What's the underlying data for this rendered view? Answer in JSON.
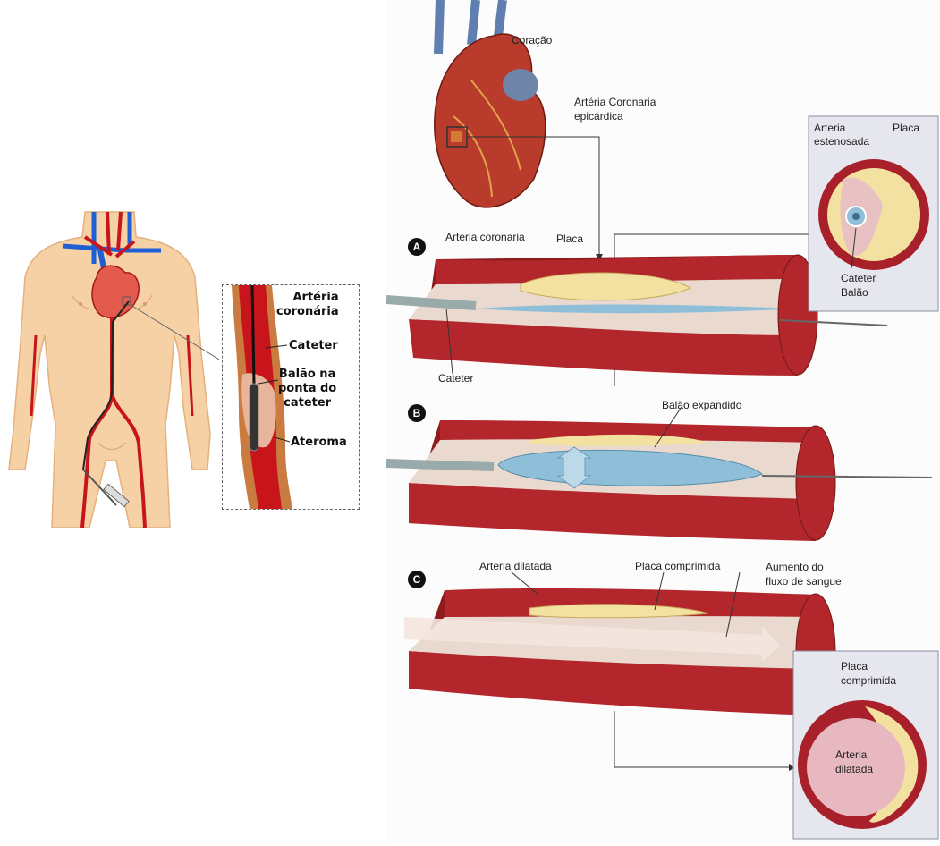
{
  "left_panel": {
    "inset_labels": {
      "coronary_artery_line1": "Artéria",
      "coronary_artery_line2": "coronária",
      "catheter": "Cateter",
      "balloon_line1": "Balão na",
      "balloon_line2": "ponta do",
      "balloon_line3": "cateter",
      "atheroma": "Ateroma"
    }
  },
  "right_panel": {
    "heart_label": "Coração",
    "epicardial_line1": "Artéria Coronaria",
    "epicardial_line2": "epicárdica",
    "steps": [
      {
        "letter": "A",
        "labels": {
          "artery": "Arteria coronaria",
          "plaque": "Placa",
          "catheter": "Cateter"
        }
      },
      {
        "letter": "B",
        "labels": {
          "balloon": "Balão expandido"
        }
      },
      {
        "letter": "C",
        "labels": {
          "artery": "Arteria dilatada",
          "plaque": "Placa comprimida",
          "flow_line1": "Aumento do",
          "flow_line2": "fluxo de sangue"
        }
      }
    ],
    "cross_section_top": {
      "artery_line1": "Arteria",
      "artery_line2": "estenosada",
      "plaque": "Placa",
      "catheter": "Cateter",
      "balloon": "Balão"
    },
    "cross_section_bottom": {
      "plaque_line1": "Placa",
      "plaque_line2": "comprimida",
      "artery_line1": "Arteria",
      "artery_line2": "dilatada"
    }
  },
  "colors": {
    "skin": "#f6d1a6",
    "artery": "#c8141b",
    "vein": "#1f5fd6",
    "vessel_wall": "#b3262b",
    "plaque": "#f3e1a2",
    "balloon": "#8fbfd8",
    "box_bg": "#e6e7ee"
  }
}
